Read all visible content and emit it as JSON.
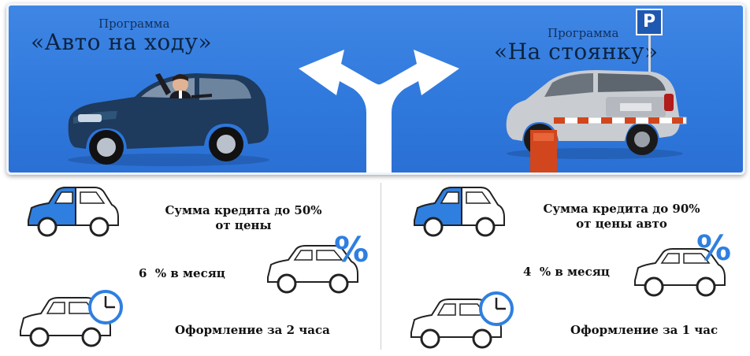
{
  "banner": {
    "left": {
      "program_label": "Программа",
      "program_name": "«Авто на ходу»"
    },
    "right": {
      "program_label": "Программа",
      "program_name": "«На стоянку»",
      "parking_sign_letter": "P"
    }
  },
  "left_column": {
    "loan_amount_line1": "Сумма кредита до 50%",
    "loan_amount_line2": "от цены",
    "rate": "6  % в месяц",
    "processing": "Оформление за 2 часа"
  },
  "right_column": {
    "loan_amount_line1": "Сумма кредита до 90%",
    "loan_amount_line2": "от цены авто",
    "rate": "4  % в месяц",
    "processing": "Оформление за 1 час"
  },
  "icons": {
    "percent_symbol": "%",
    "colors": {
      "accent_blue": "#2f7fe0",
      "banner_blue": "#3382e0",
      "barrier_orange": "#d2461d"
    }
  }
}
